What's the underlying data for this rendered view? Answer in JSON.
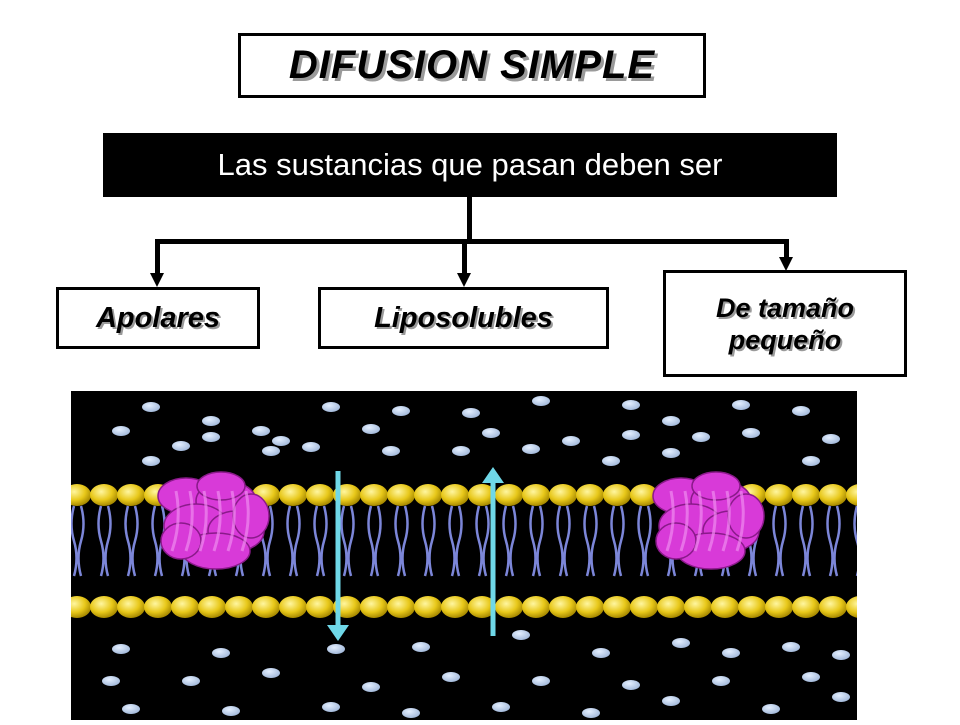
{
  "title": "DIFUSION SIMPLE",
  "banner": "Las sustancias que pasan deben ser",
  "boxes": {
    "apolares": "Apolares",
    "liposolubles": "Liposolubles",
    "tamano_line1": "De tamaño",
    "tamano_line2": "pequeño"
  },
  "colors": {
    "heads": "#e8c81a",
    "tails": "#7c86d8",
    "protein": "#d83ad8",
    "molecule": "#9fb6d8",
    "arrow": "#6fd8e8"
  }
}
